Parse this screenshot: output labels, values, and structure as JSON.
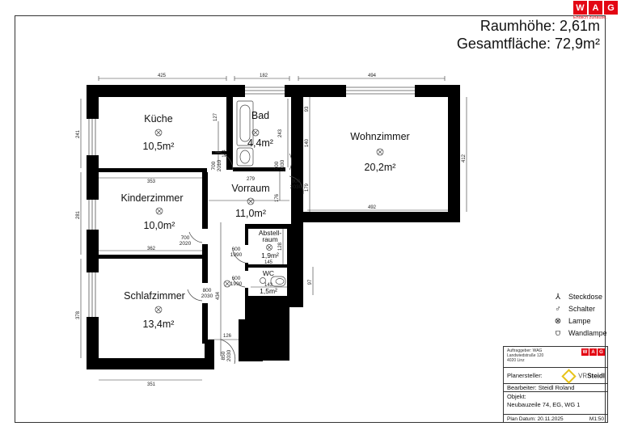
{
  "header": {
    "room_height": "Raumhöhe: 2,61m",
    "total_area": "Gesamtfläche: 72,9m²"
  },
  "brand": {
    "logo_letters": [
      "W",
      "A",
      "G"
    ],
    "slogan": "Endlich zuhause.",
    "color": "#e30613"
  },
  "rooms": [
    {
      "name": "Küche",
      "area": "10,5m²"
    },
    {
      "name": "Bad",
      "area": "4,4m²"
    },
    {
      "name": "Wohnzimmer",
      "area": "20,2m²"
    },
    {
      "name": "Vorraum",
      "area": "11,0m²"
    },
    {
      "name": "Kinderzimmer",
      "area": "10,0m²"
    },
    {
      "name": "Abstell-",
      "name2": "raum",
      "area": "1,9m²"
    },
    {
      "name": "WC",
      "area": "1,5m²"
    },
    {
      "name": "Schlafzimmer",
      "area": "13,4m²"
    }
  ],
  "dimensions": {
    "kueche_width": "425",
    "bad_width": "182",
    "wohn_width_top": "494",
    "wohn_width_bottom": "492",
    "wohn_height": "412",
    "wohn_seg1": "93",
    "wohn_seg2": "140",
    "wohn_seg3": "179",
    "kueche_height": "241",
    "kueche_niche": "127",
    "kueche_door_side": "114",
    "bad_height": "243",
    "vorraum_width": "279",
    "vorraum_height": "176",
    "kinder_width_top": "353",
    "kinder_width_bottom": "362",
    "kinder_height": "281",
    "abstell_height": "128",
    "abstell_width": "145",
    "wc_width": "143",
    "wc_height": "97",
    "schlaf_height": "378",
    "schlaf_width": "351",
    "flur_length": "434",
    "flur_width": "126"
  },
  "doors": [
    {
      "w": "700",
      "h": "2010"
    },
    {
      "w": "700",
      "h": "2030"
    },
    {
      "w": "800",
      "h": "2030"
    },
    {
      "w": "700",
      "h": "2020"
    },
    {
      "w": "600",
      "h": "1990"
    },
    {
      "w": "600",
      "h": "1990"
    },
    {
      "w": "800",
      "h": "2030"
    },
    {
      "w": "850",
      "h": "2030"
    }
  ],
  "legend": [
    {
      "icon": "socket-icon",
      "symbol": "⅄",
      "label": "Steckdose"
    },
    {
      "icon": "switch-icon",
      "symbol": "♂",
      "label": "Schalter"
    },
    {
      "icon": "lamp-icon",
      "symbol": "⊗",
      "label": "Lampe"
    },
    {
      "icon": "wall-lamp-icon",
      "symbol": "⩌",
      "label": "Wandlampe"
    }
  ],
  "title_block": {
    "client_lines": [
      "Auftraggeber: WAG",
      "Landwiedstraße 120",
      "4020 Linz"
    ],
    "mini_slogan": "Zukunft baut auf Erfahrung",
    "planner_label": "Planersteller:",
    "planner_logo_prefix": "VR",
    "planner_logo_name": "Steidl",
    "editor": "Bearbeiter: Steidl Roland",
    "object_label": "Objekt:",
    "object_value": "Neubauzeile 74, EG, WG 1",
    "plan_date": "Plan Datum: 20.11.2025",
    "scale": "M1:50"
  }
}
